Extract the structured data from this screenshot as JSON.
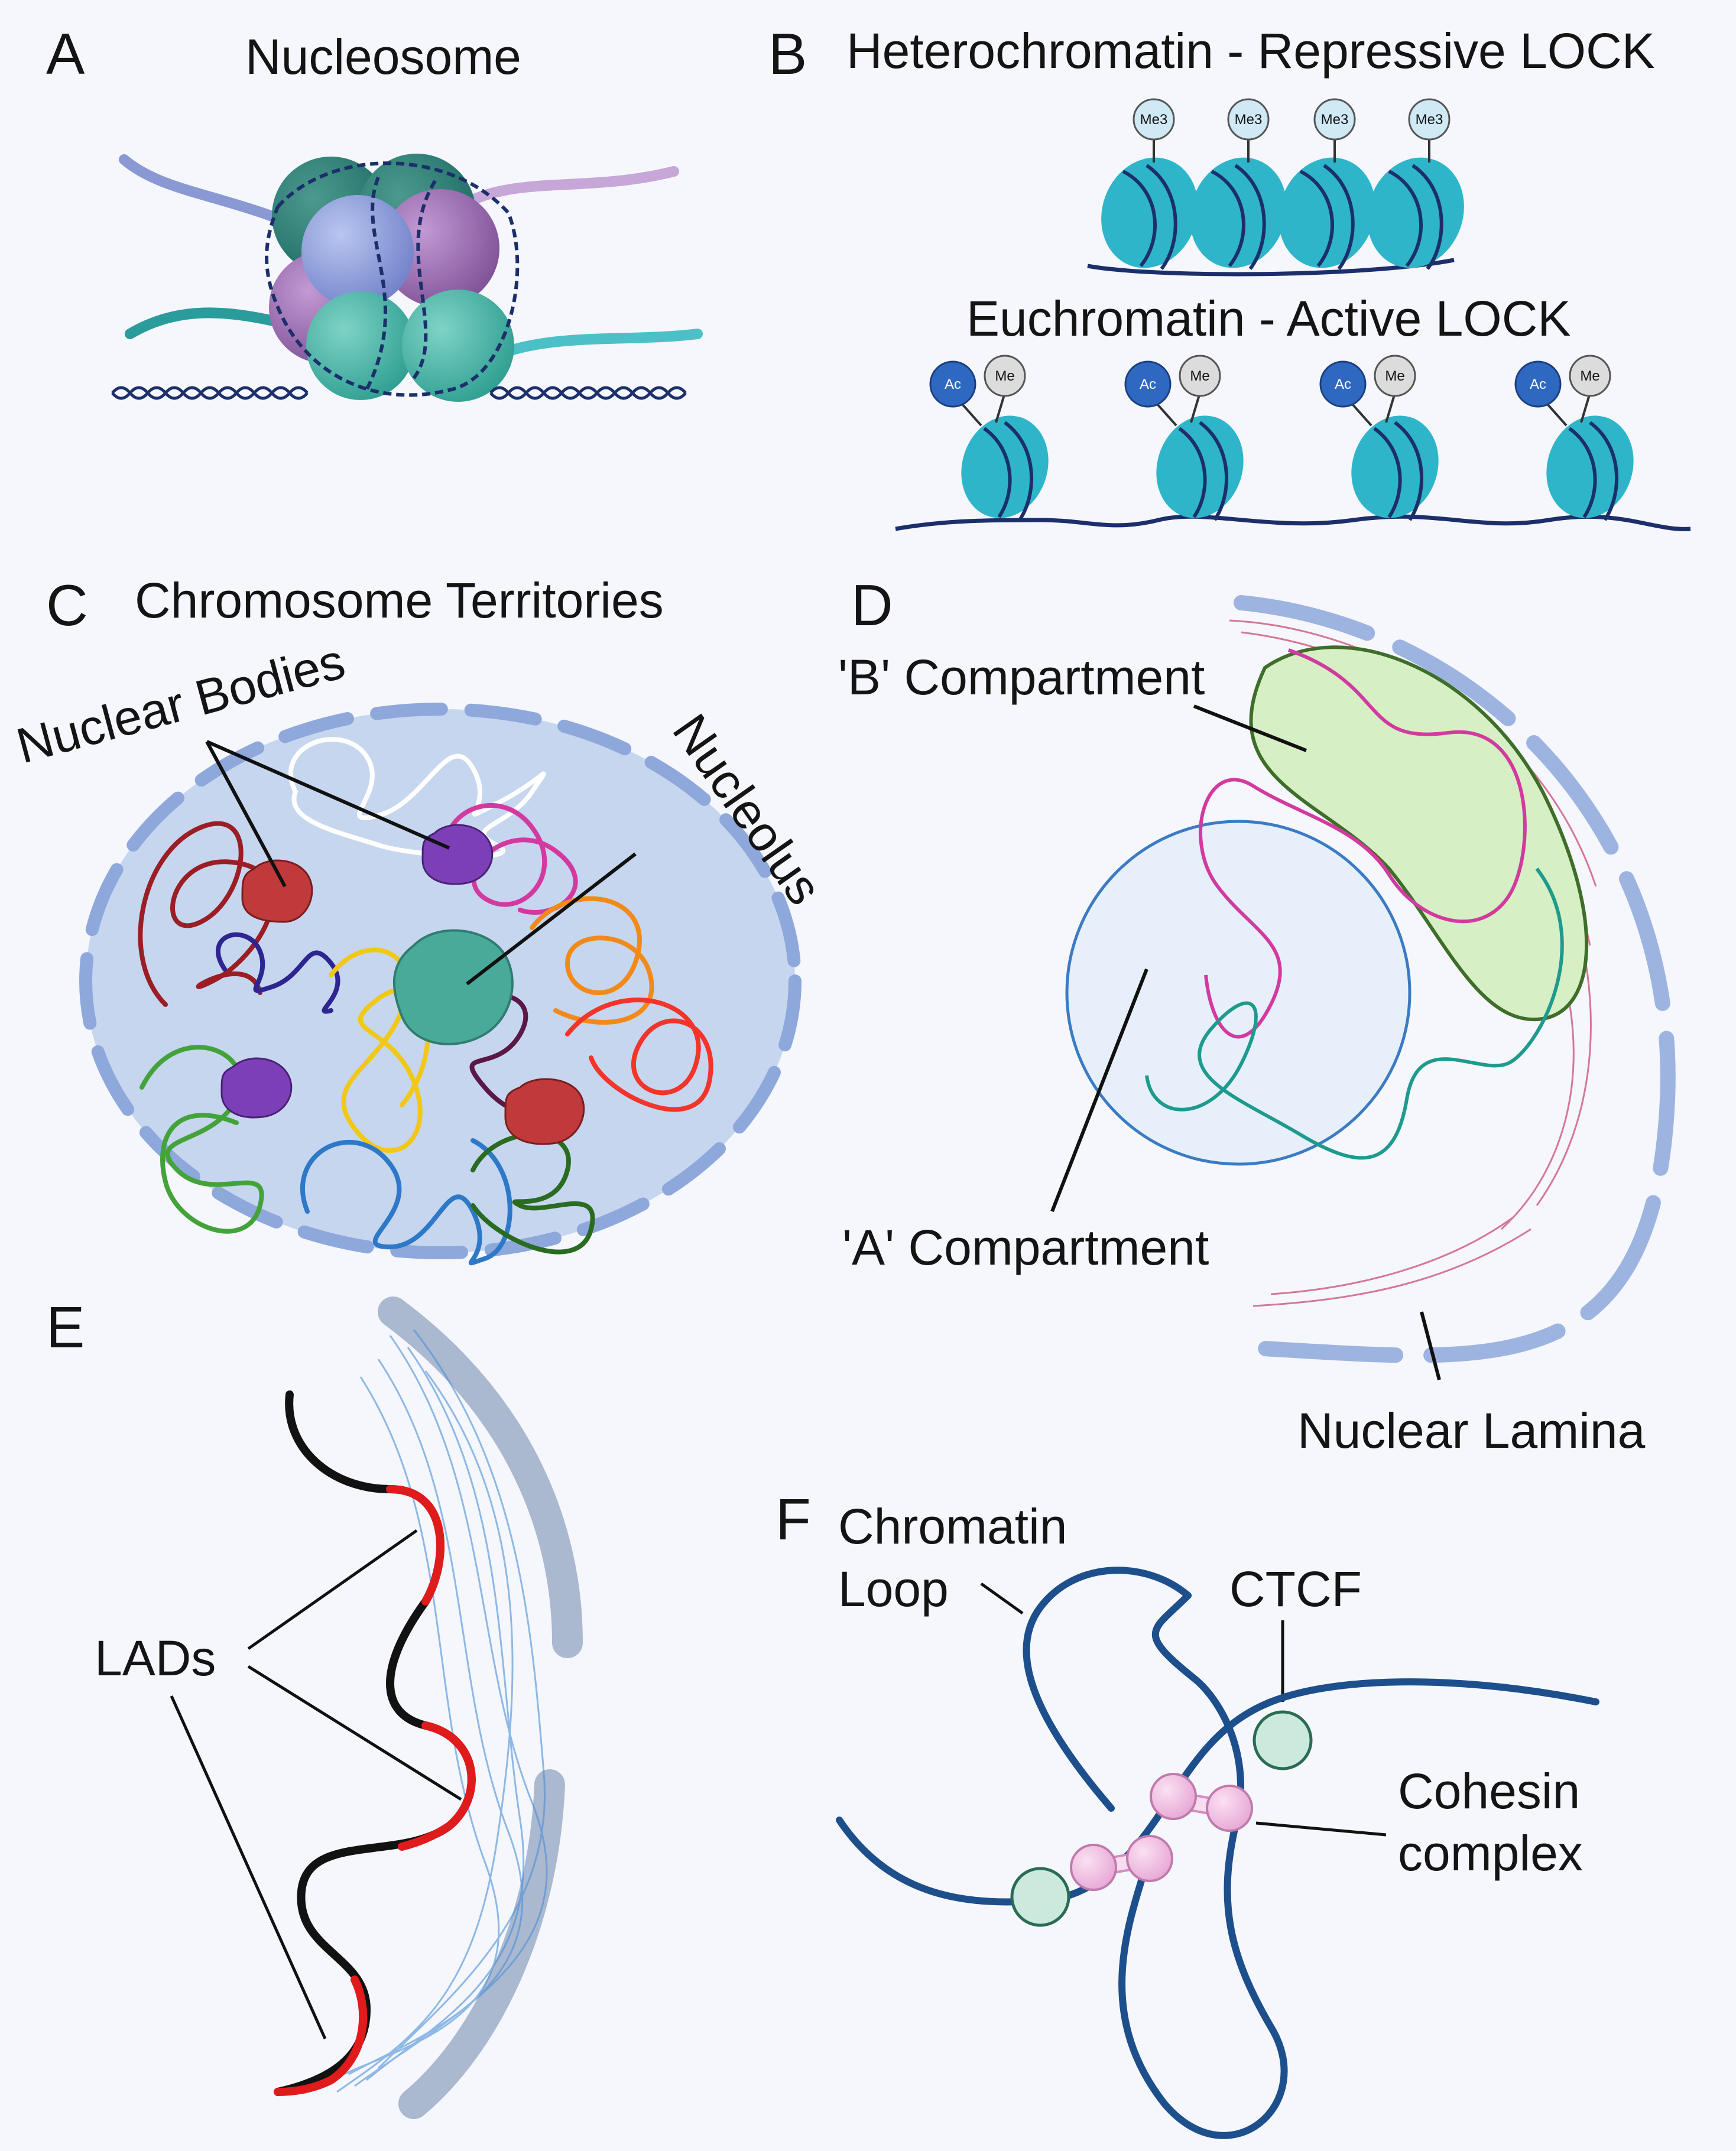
{
  "panels": {
    "a": {
      "letter": "A",
      "title": "Nucleosome"
    },
    "b": {
      "letter": "B",
      "title_heterochromatin": "Heterochromatin - Repressive LOCK",
      "title_euchromatin": "Euchromatin - Active LOCK",
      "me3_label": "Me3",
      "ac_label": "Ac",
      "me_label": "Me"
    },
    "c": {
      "letter": "C",
      "title": "Chromosome Territories",
      "nuclear_bodies_label": "Nuclear Bodies",
      "nucleolus_label": "Nucleolus"
    },
    "d": {
      "letter": "D",
      "b_compartment_label": "'B' Compartment",
      "a_compartment_label": "'A' Compartment",
      "nuclear_lamina_label": "Nuclear Lamina"
    },
    "e": {
      "letter": "E",
      "lads_label": "LADs"
    },
    "f": {
      "letter": "F",
      "chromatin_loop_line1": "Chromatin",
      "chromatin_loop_line2": "Loop",
      "ctcf_label": "CTCF",
      "cohesin_line1": "Cohesin",
      "cohesin_line2": "complex"
    }
  },
  "colors": {
    "background": "#f5f7fc",
    "nucleosome_teal": "#2fb5c9",
    "nucleosome_dark": "#1e7f91",
    "dna_navy": "#1c2f6b",
    "me3_fill": "#cfe9f5",
    "ac_fill": "#2e68c0",
    "me_fill": "#dcdcdc",
    "nucleus_fill": "#c6d6ef",
    "lamina_blue": "#9db4e0",
    "nucleolus_teal": "#4aaa9a",
    "nuclear_body_red": "#c0393b",
    "nuclear_body_purple": "#7d3fb8",
    "b_compartment_fill": "#d7efc4",
    "b_compartment_stroke": "#3f6d2a",
    "a_compartment_fill": "#e7f0fa",
    "a_compartment_stroke": "#3b7bc4",
    "lad_red": "#e01b1b",
    "lamina_gray": "#aab8d0",
    "loop_navy": "#1d4f8c",
    "ctcf_fill": "#cbeadd",
    "cohesin_fill": "#f3bfe3"
  }
}
